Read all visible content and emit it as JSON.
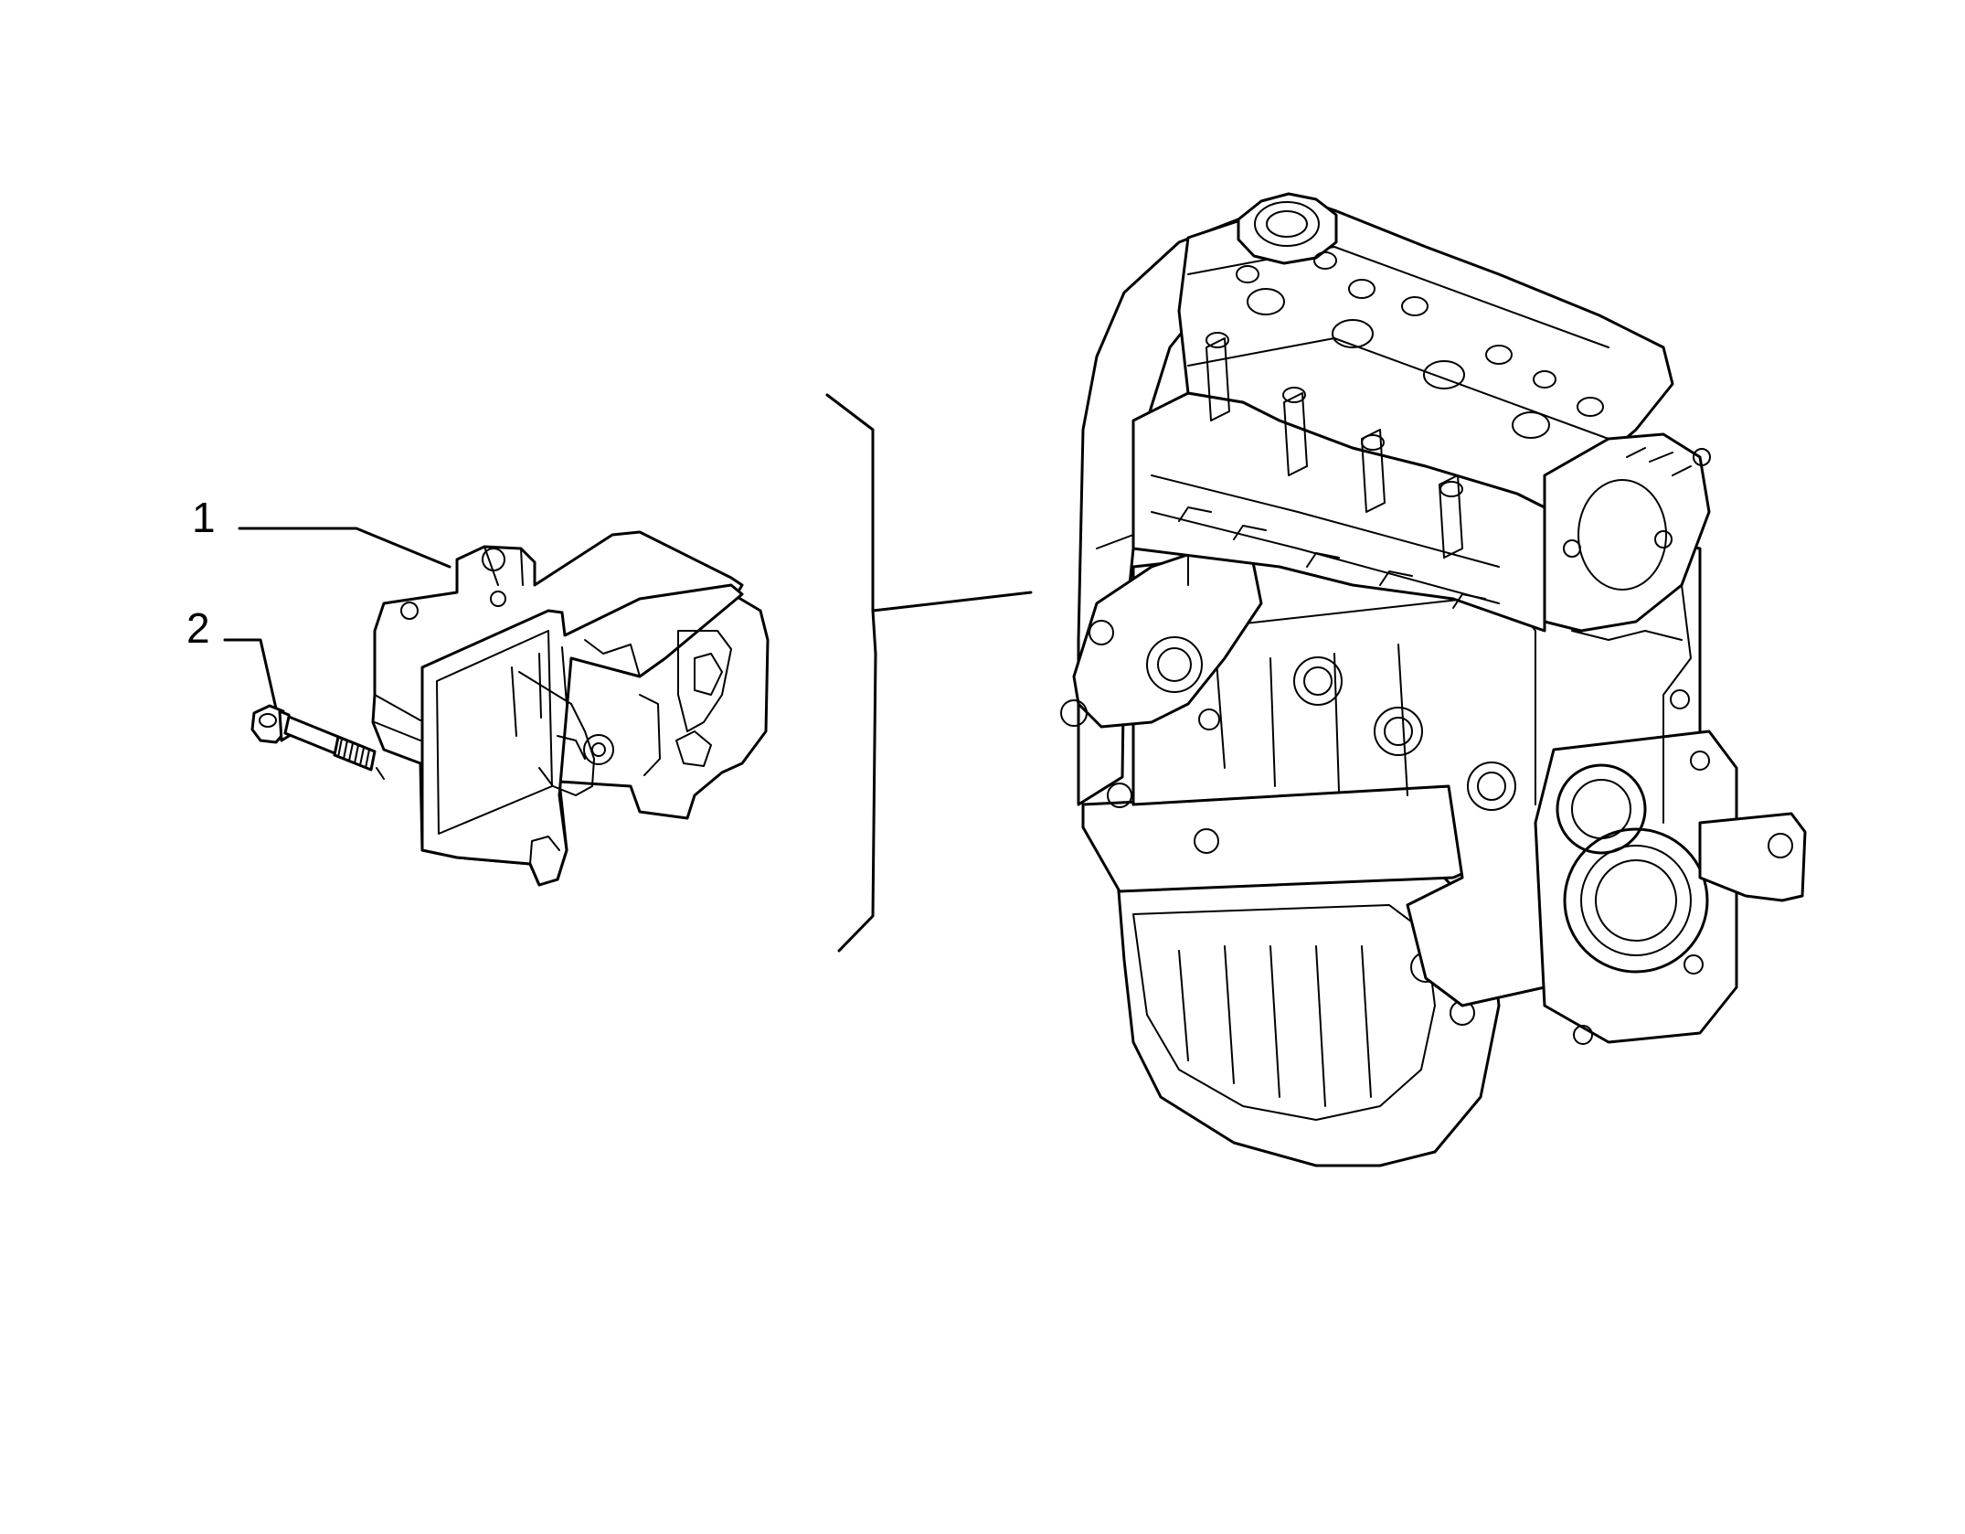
{
  "callouts": [
    {
      "number": "1",
      "part": "engine-mount-bracket"
    },
    {
      "number": "2",
      "part": "mounting-bolt"
    }
  ],
  "colors": {
    "ink": "#000000",
    "background": "#ffffff"
  }
}
